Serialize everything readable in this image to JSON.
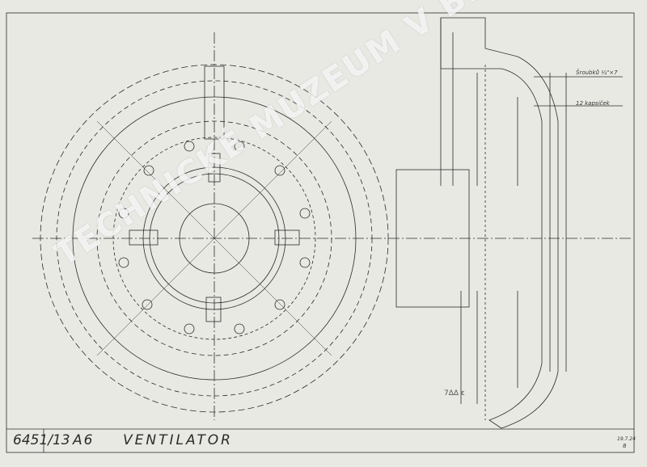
{
  "title_block": {
    "drawing_number": "6451/13",
    "type": "A6",
    "title": "VENTILATOR",
    "date": "19.7.24",
    "sheet": "8"
  },
  "annotations": {
    "screws": "Šroubků ¼\"×7",
    "pockets": "12 kapsiček",
    "handwritten_mark": "7ΔΔ ε"
  },
  "watermark": "TECHNICKÉ MUZEUM V BRNĚ",
  "colors": {
    "paper": "#e9e9e4",
    "ink": "#2a2a2a"
  }
}
